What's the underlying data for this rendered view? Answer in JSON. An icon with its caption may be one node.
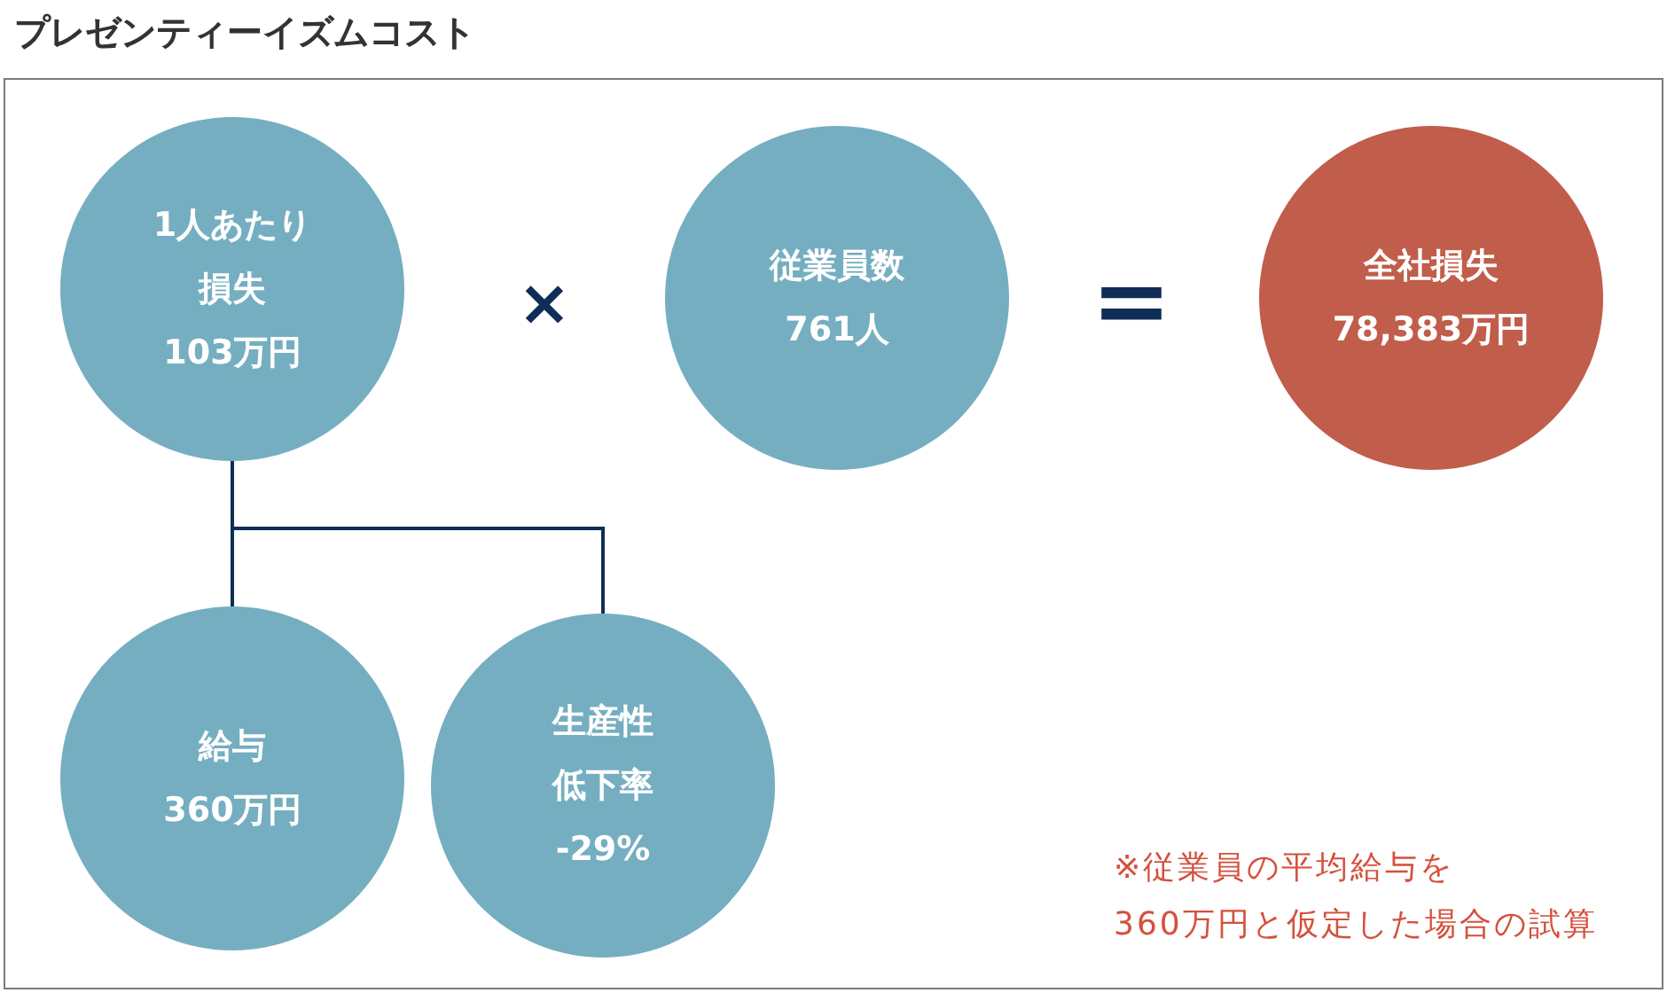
{
  "diagram": {
    "title": "プレゼンティーイズムコスト",
    "nodes": [
      {
        "text": [
          "1人あたり損失",
          "103万円"
        ]
      },
      {
        "text": [
          "従業員数",
          "761人"
        ]
      },
      {
        "text": [
          "全社損失",
          "78,383万円"
        ]
      },
      {
        "text": [
          "給与",
          "360万円"
        ]
      },
      {
        "text": [
          "生産性低下率",
          "-29%"
        ]
      }
    ],
    "edges": [
      {
        "from": 0,
        "to": 3,
        "arrow": "none"
      },
      {
        "from": 0,
        "to": 4,
        "arrow": "none"
      }
    ],
    "labels": [
      "×",
      "=",
      "※従業員の平均給与を360万円と仮定した場合の試算"
    ]
  }
}
